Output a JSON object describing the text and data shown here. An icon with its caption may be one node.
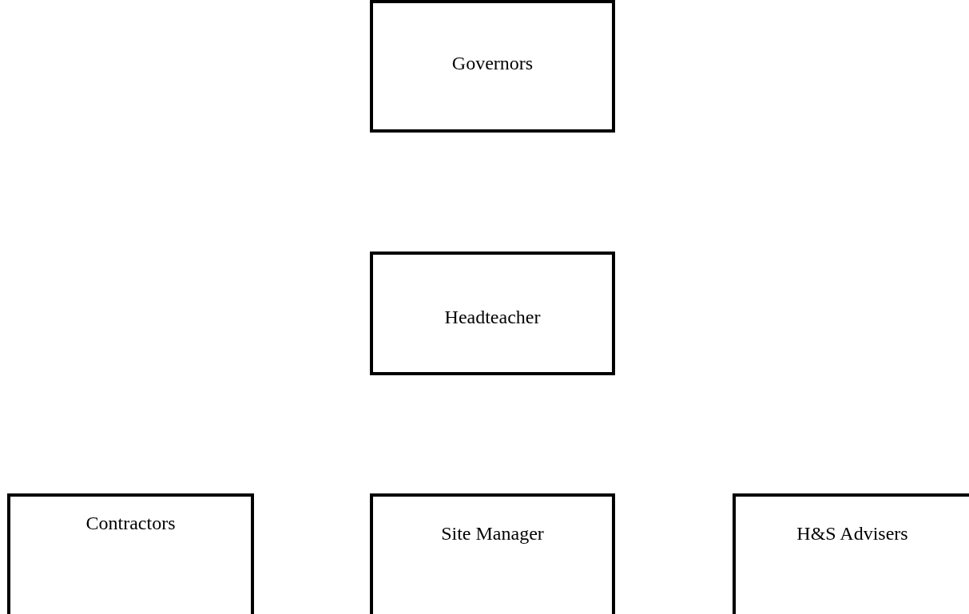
{
  "diagram": {
    "nodes": [
      {
        "text": [
          "Governors"
        ]
      },
      {
        "text": [
          "Headteacher"
        ]
      },
      {
        "text": [
          "Contractors"
        ]
      },
      {
        "text": [
          "Site Manager"
        ]
      },
      {
        "text": [
          "H&S Advisers"
        ]
      }
    ]
  }
}
